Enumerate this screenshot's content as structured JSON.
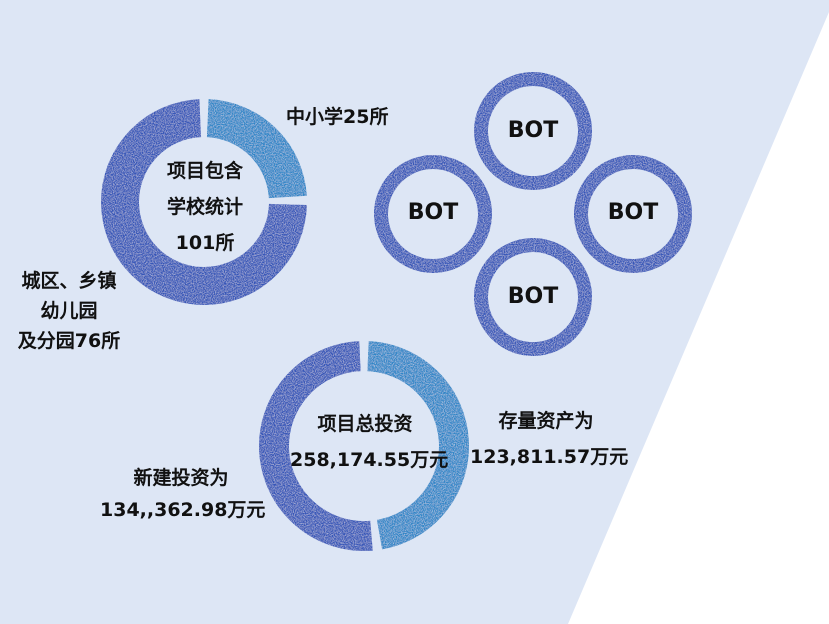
{
  "colors": {
    "background_panel": "#dde6f5",
    "ring_dark": "#2747a8",
    "ring_mid": "#3556b8",
    "ring_light": "#2d86c7",
    "text": "#111111"
  },
  "schools": {
    "center_lines": [
      "项目包含",
      "学校统计",
      "101所"
    ],
    "segments": [
      {
        "label": "中小学25所",
        "value": 25
      },
      {
        "label_lines": [
          "城区、乡镇",
          "幼儿园",
          "及分园76所"
        ],
        "value": 76
      }
    ]
  },
  "bot": {
    "items": [
      "BOT",
      "BOT",
      "BOT",
      "BOT"
    ]
  },
  "investment": {
    "center_lines": [
      "项目总投资",
      "258,174.55万元"
    ],
    "segments": [
      {
        "label_lines": [
          "存量资产为",
          "123,811.57万元"
        ],
        "value": 123811.57
      },
      {
        "label_lines": [
          "新建投资为",
          "134,,362.98万元"
        ],
        "value": 134362.98
      }
    ]
  }
}
